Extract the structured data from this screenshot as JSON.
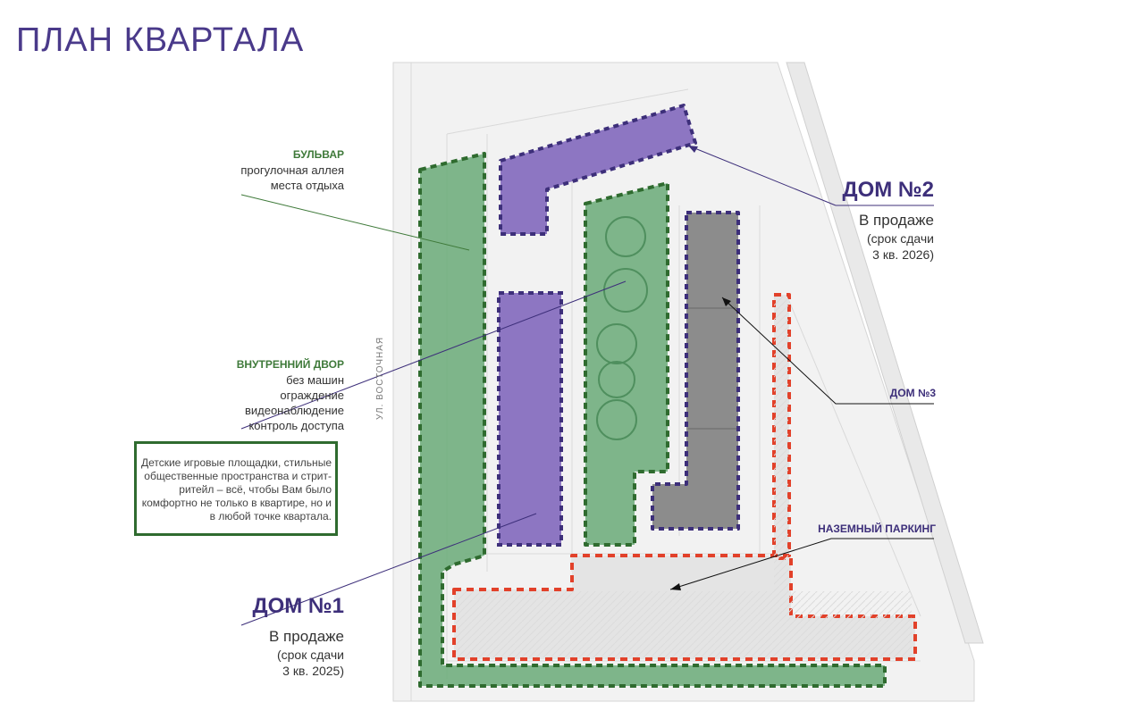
{
  "title": "ПЛАН КВАРТАЛА",
  "street": "УЛ. ВОСТОЧНАЯ",
  "boulevard": {
    "heading": "БУЛЬВАР",
    "lines": [
      "прогулочная аллея",
      "места отдыха"
    ]
  },
  "courtyard": {
    "heading": "ВНУТРЕННИЙ ДВОР",
    "lines": [
      "без машин",
      "ограждение",
      "видеонаблюдение",
      "контроль доступа"
    ]
  },
  "info_box": {
    "text": "Детские игровые площадки, стильные общественные пространства и стрит-ритейл – всё, чтобы Вам было комфортно не только в квартире, но и в любой точке квартала."
  },
  "house1": {
    "heading": "ДОМ №1",
    "status": "В продаже",
    "term_lines": [
      "(срок сдачи",
      "3 кв. 2025)"
    ]
  },
  "house2": {
    "heading": "ДОМ №2",
    "status": "В продаже",
    "term_lines": [
      "(срок сдачи",
      "3 кв. 2026)"
    ]
  },
  "house3": {
    "heading": "ДОМ №3"
  },
  "parking": {
    "heading": "НАЗЕМНЫЙ ПАРКИНГ"
  },
  "colors": {
    "green_zone": "#6aaa78",
    "purple_house": "#8d76c2",
    "grey_house": "#8c8c8c",
    "parking_outline": "#e2412a",
    "title": "#4a3a8a"
  }
}
